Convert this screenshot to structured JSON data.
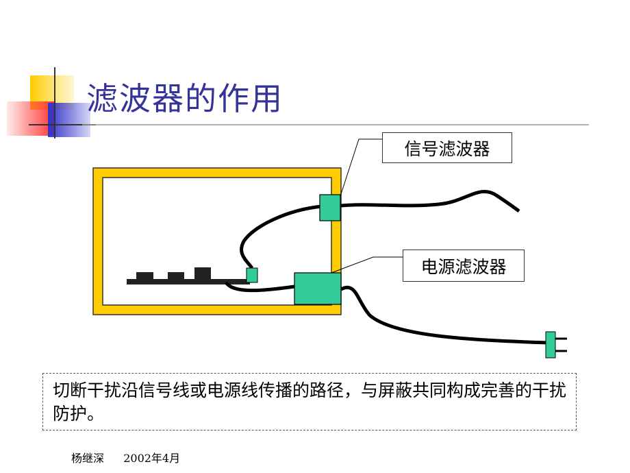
{
  "title": "滤波器的作用",
  "labels": {
    "signal_filter": "信号滤波器",
    "power_filter": "电源滤波器"
  },
  "note": "切断干扰沿信号线或电源线传播的路径，与屏蔽共同构成完善的干扰防护。",
  "footer": {
    "author": "杨继深",
    "date": "2002年4月"
  },
  "colors": {
    "title": "#333399",
    "enclosure": "#FFCC00",
    "filter": "#33CC99",
    "cable": "#000000",
    "deco_yellow": "#FFCC00",
    "deco_red": "#FF3333",
    "deco_blue": "#3333CC"
  },
  "icons": {
    "deco": "title-decoration",
    "plug": "power-plug-icon"
  }
}
